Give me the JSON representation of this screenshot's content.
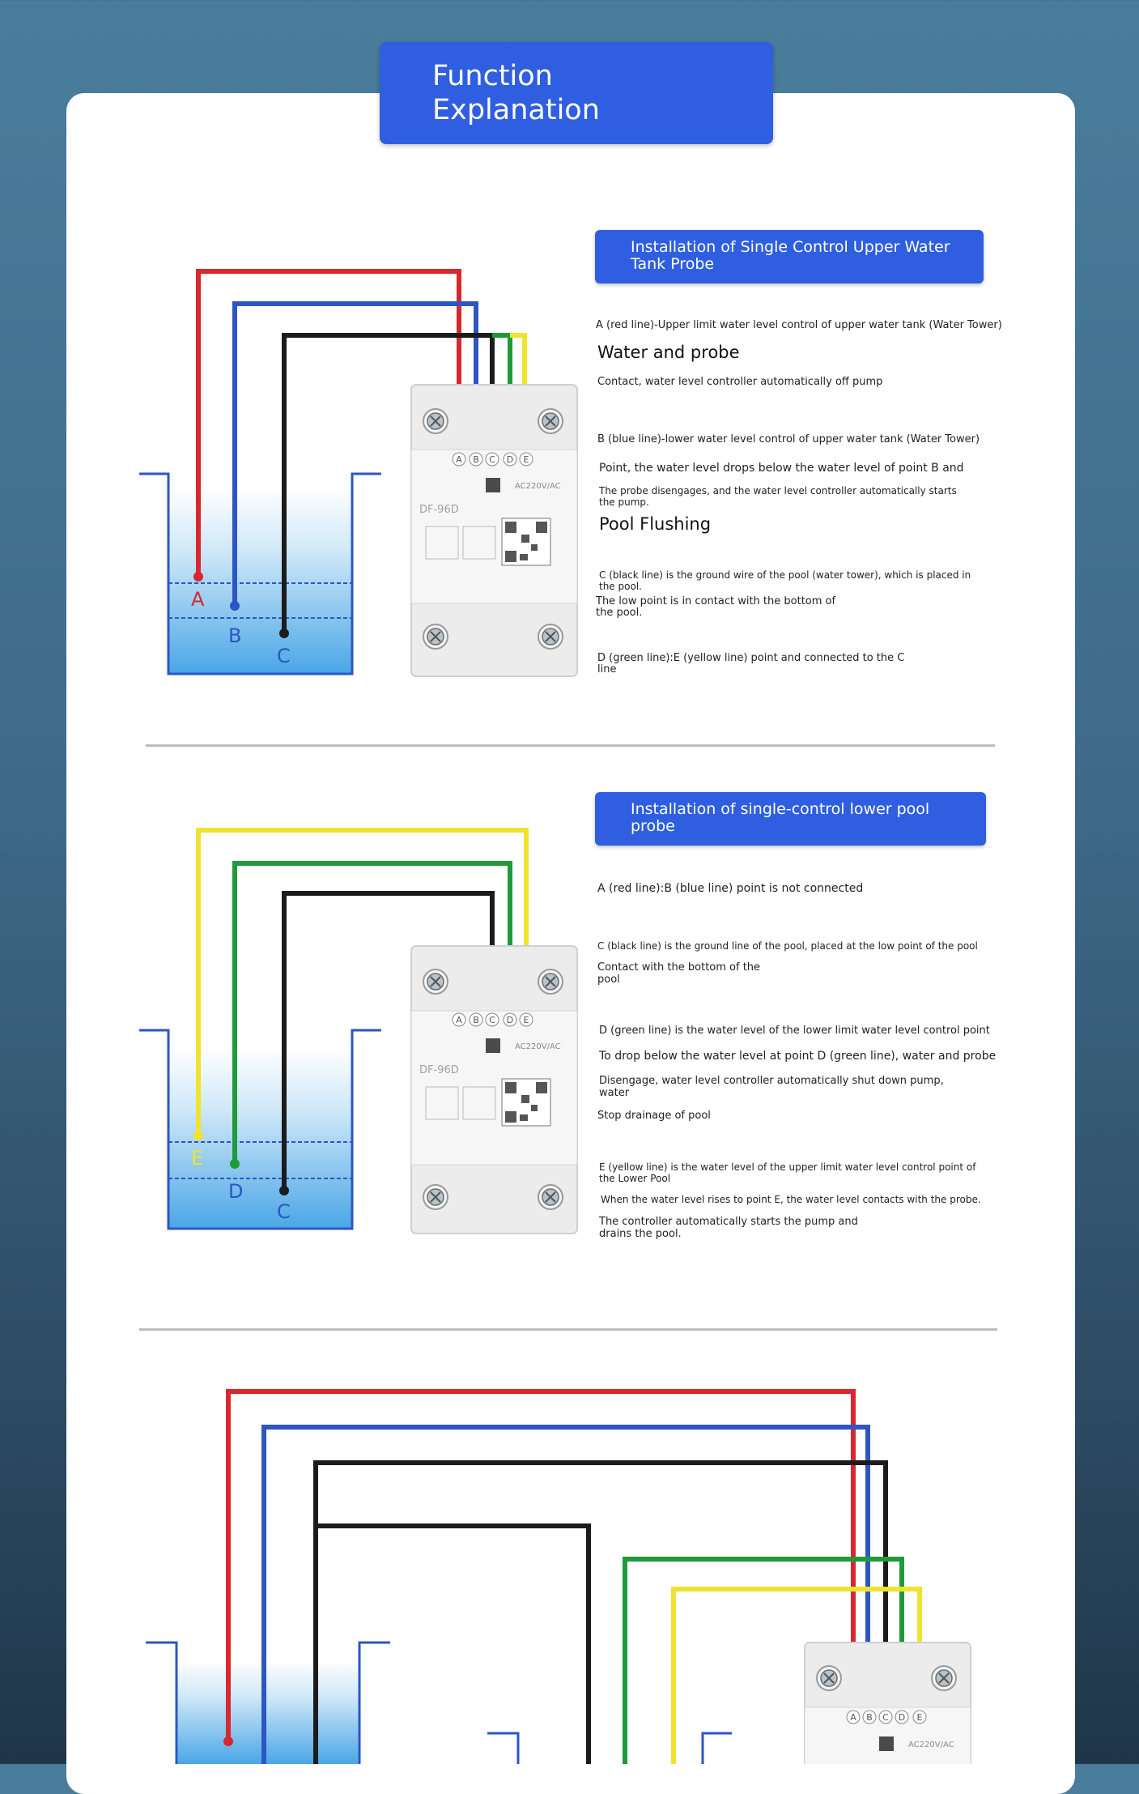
{
  "title": {
    "line1": "Function",
    "line2": "Explanation"
  },
  "section1": {
    "heading": "Installation of Single Control Upper Water Tank Probe",
    "lines": [
      "A (red line)-Upper limit water level control of upper water tank (Water Tower)",
      "Water and probe",
      "Contact, water level controller automatically off pump",
      "B (blue line)-lower water level control of upper water tank (Water Tower)",
      "Point, the water level drops below the water level of point B and",
      "The probe disengages, and the water level controller automatically starts the pump.",
      "Pool Flushing",
      "C (black line) is the ground wire of the pool (water tower), which is placed in the pool.",
      "The low point is in contact with the bottom of the pool.",
      "D (green line):E (yellow line) point and connected to the C line"
    ],
    "tank_labels": [
      "A",
      "B",
      "C"
    ]
  },
  "section2": {
    "heading": "Installation of single-control lower pool probe",
    "lines": [
      "A (red line):B (blue line) point is not connected",
      "C (black line) is the ground line of the pool, placed at the low point of the pool",
      "Contact with the bottom of the pool",
      "D (green line) is the water level of the lower limit water level control point",
      "To drop below the water level at point D (green line), water and probe",
      "Disengage, water level controller automatically shut down pump, water",
      "Stop drainage of pool",
      "E (yellow line) is the water level of the upper limit water level control point of the Lower Pool",
      "When the water level rises to point E, the water level contacts with the probe.",
      "The controller automatically starts the pump and drains the pool."
    ],
    "tank_labels": [
      "E",
      "D",
      "C"
    ]
  },
  "device": {
    "terminals": [
      "A",
      "B",
      "C",
      "D",
      "E"
    ],
    "model": "DF-96D",
    "voltage": "AC220V/AC"
  },
  "colors": {
    "red": "#d9272e",
    "blue": "#2d55c4",
    "black": "#1c1c1c",
    "green": "#1f9a3a",
    "yellow": "#f0e330",
    "accent": "#2f5fe0"
  }
}
